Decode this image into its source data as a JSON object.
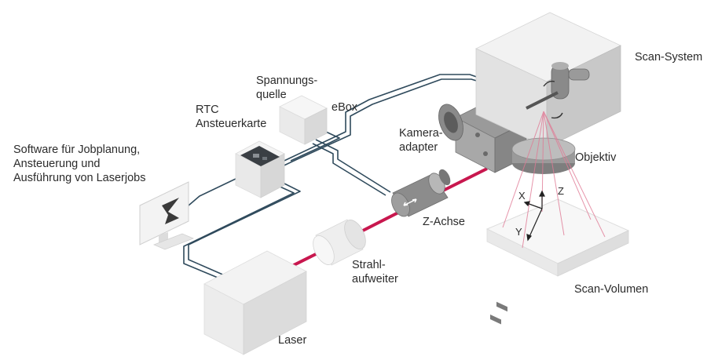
{
  "labels": {
    "software": "Software für Jobplanung,\nAnsteuerung und\nAusführung von Laserjobs",
    "rtc": "RTC\nAnsteuerkarte",
    "power_supply": "Spannungs-\nquelle",
    "ebox": "eBox",
    "camera_adapter": "Kamera-\nadapter",
    "scan_system": "Scan-System",
    "objective": "Objektiv",
    "z_axis": "Z-Achse",
    "beam_expander": "Strahl-\naufweiter",
    "laser": "Laser",
    "scan_volume": "Scan-Volumen"
  },
  "axes": {
    "x": "X",
    "y": "Y",
    "z": "Z"
  },
  "colors": {
    "beam": "#c8174e",
    "cable": "#2f4a5c",
    "box_top": "#f4f4f4",
    "box_left": "#e6e6e6",
    "box_right": "#d2d2d2",
    "text": "#2b2b2b"
  }
}
